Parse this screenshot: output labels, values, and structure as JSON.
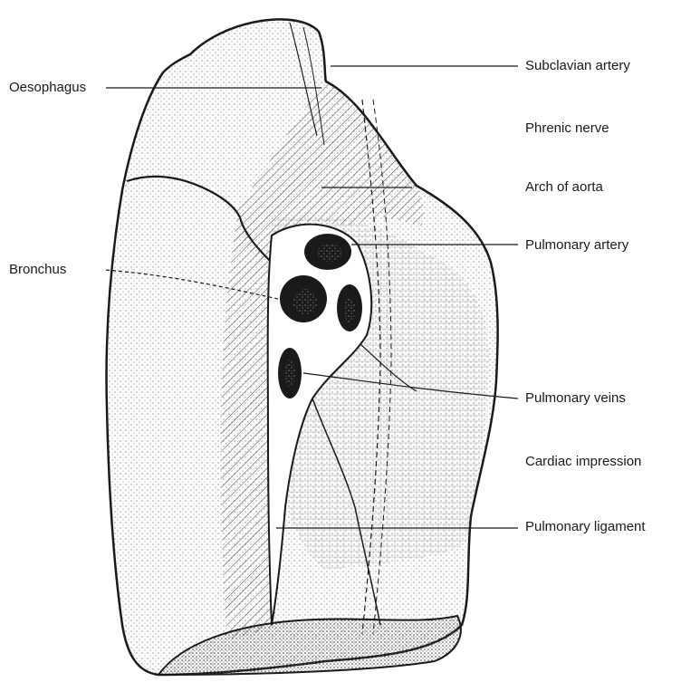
{
  "figure": {
    "subject": "mediastinal surface of the right lung",
    "labels": {
      "subclavian_artery": "Subclavian artery",
      "oesophagus": "Oesophagus",
      "phrenic_nerve": "Phrenic nerve",
      "arch_of_aorta": "Arch of aorta",
      "pulmonary_artery": "Pulmonary artery",
      "bronchus": "Bronchus",
      "pulmonary_veins": "Pulmonary veins",
      "cardiac_impression": "Cardiac impression",
      "pulmonary_ligament": "Pulmonary ligament"
    },
    "colors": {
      "ink": "#1a1a1a",
      "stipple": "#8a8a8a",
      "background": "#ffffff"
    }
  }
}
